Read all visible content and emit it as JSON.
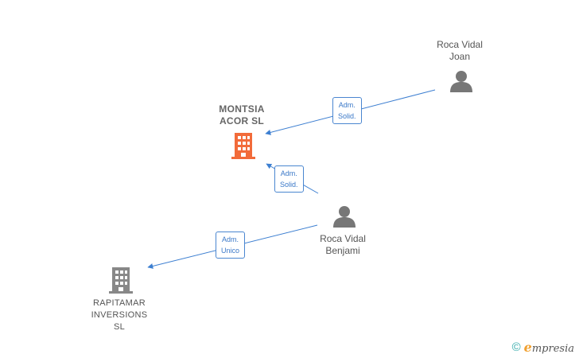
{
  "nodes": {
    "montsia": {
      "label": "MONTSIA\nACOR  SL",
      "type": "company",
      "color": "#f26b3a"
    },
    "rapitamar": {
      "label": "RAPITAMAR\nINVERSIONS\nSL",
      "type": "company",
      "color": "#888888"
    },
    "joan": {
      "label": "Roca Vidal\nJoan",
      "type": "person",
      "color": "#777777"
    },
    "benjami": {
      "label": "Roca Vidal\nBenjami",
      "type": "person",
      "color": "#777777"
    }
  },
  "edges": {
    "joan_montsia": {
      "label": "Adm.\nSolid."
    },
    "benjami_montsia": {
      "label": "Adm.\nSolid."
    },
    "benjami_rapitamar": {
      "label": "Adm.\nUnico"
    }
  },
  "colors": {
    "edge": "#3d7fd1"
  },
  "brand": {
    "copyright": "©",
    "e": "e",
    "rest": "mpresia"
  }
}
